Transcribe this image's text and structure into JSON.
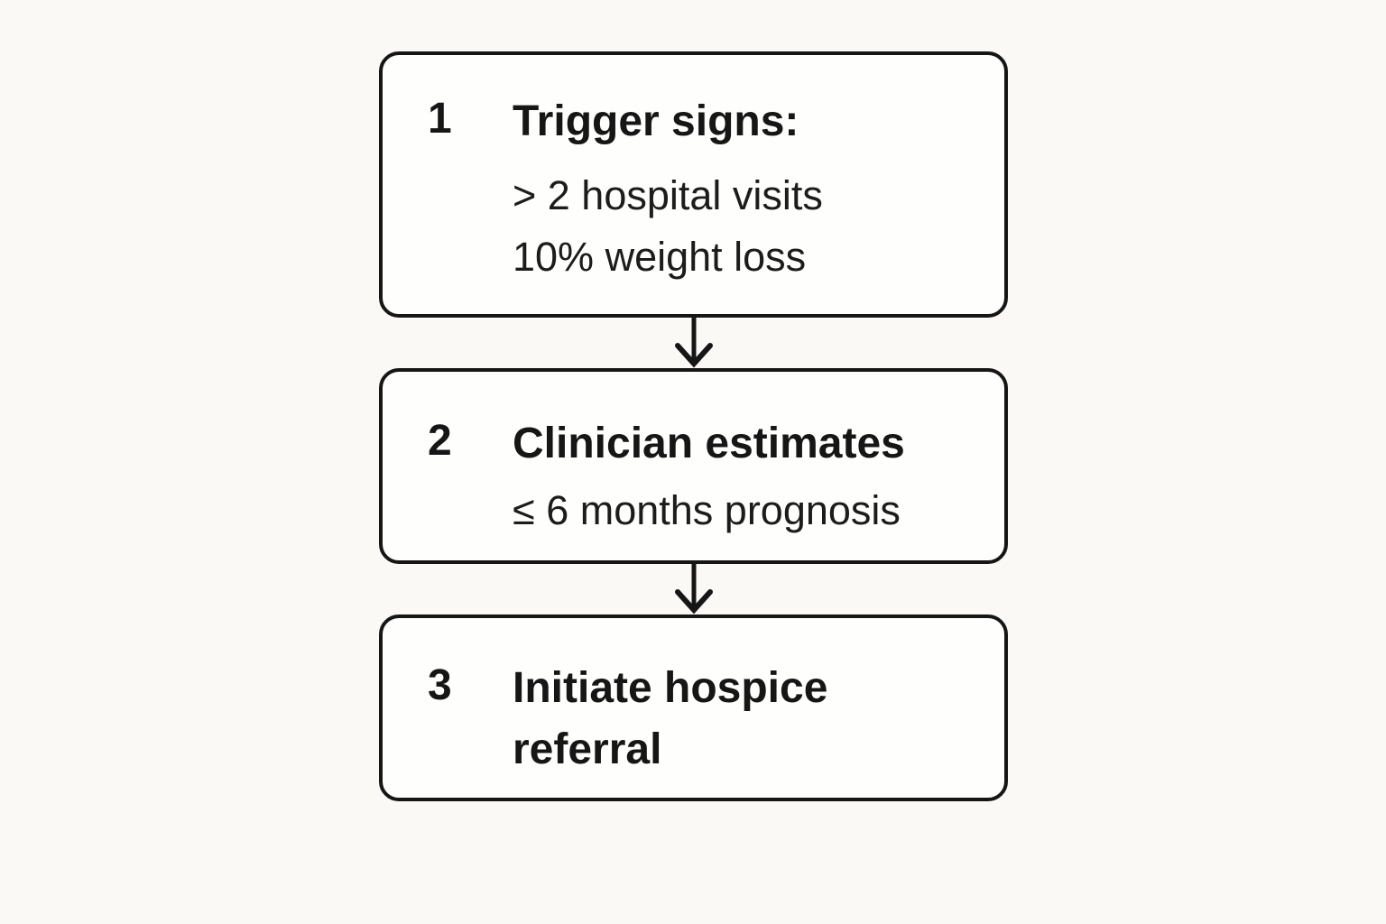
{
  "page": {
    "background_color": "#FAF9F5",
    "box_fill_color": "#FEFEFC",
    "line_color": "#161616"
  },
  "flowchart": {
    "name": "hospice-referral-pathway",
    "steps": [
      {
        "number": "1",
        "title": "Trigger signs:",
        "lines": [
          "> 2 hospital visits",
          "10% weight loss"
        ]
      },
      {
        "number": "2",
        "title": "Clinician estimates",
        "lines": [
          "≤ 6 months prognosis"
        ]
      },
      {
        "number": "3",
        "title": "Initiate hospice referral",
        "lines": []
      }
    ],
    "connectors": [
      {
        "icon": "down-arrow"
      },
      {
        "icon": "down-arrow"
      }
    ]
  }
}
